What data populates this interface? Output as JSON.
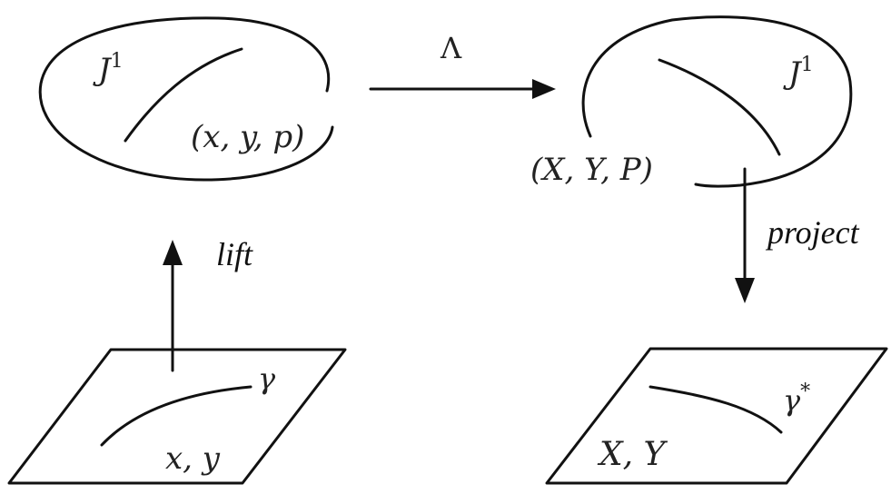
{
  "diagram": {
    "left_space": {
      "label": "J",
      "superscript": "1",
      "point": "(x, y, p)"
    },
    "right_space": {
      "label": "J",
      "superscript": "1",
      "point": "(X, Y, P)"
    },
    "left_plane": {
      "curve": "γ",
      "coords": "x, y"
    },
    "right_plane": {
      "curve": "γ",
      "curve_superscript": "*",
      "coords": "X, Y"
    },
    "arrows": {
      "map": "Λ",
      "lift": "lift",
      "project": "project"
    }
  }
}
